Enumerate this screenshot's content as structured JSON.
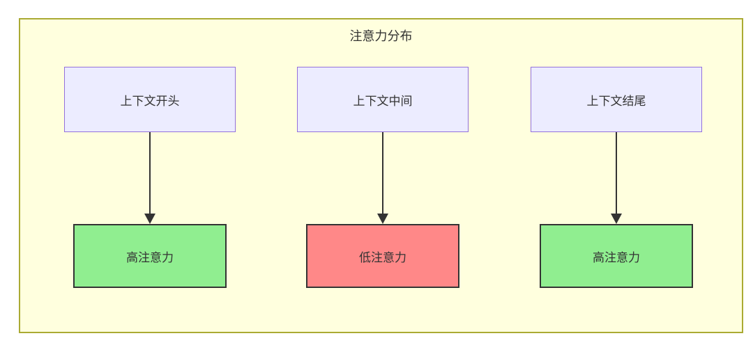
{
  "diagram": {
    "title": "注意力分布",
    "columns": [
      {
        "source": "上下文开头",
        "target": "高注意力",
        "target_type": "high"
      },
      {
        "source": "上下文中间",
        "target": "低注意力",
        "target_type": "low"
      },
      {
        "source": "上下文结尾",
        "target": "高注意力",
        "target_type": "high"
      }
    ],
    "colors": {
      "container_bg": "#ffffde",
      "container_border": "#aaaa33",
      "node_bg": "#ECECFF",
      "node_border": "#9370DB",
      "high_bg": "#90EE90",
      "low_bg": "#FF8888",
      "result_border": "#333333",
      "arrow": "#333333",
      "text": "#333333"
    }
  }
}
